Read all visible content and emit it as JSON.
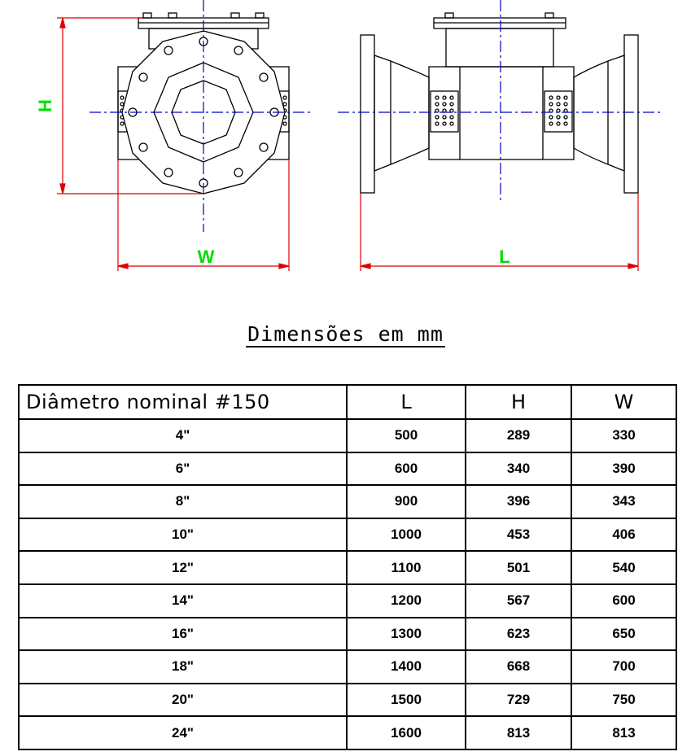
{
  "drawing": {
    "front_view": {
      "height_label": "H",
      "width_label": "W"
    },
    "side_view": {
      "length_label": "L"
    },
    "colors": {
      "centerline": "#0000cc",
      "dimension": "#dd0000",
      "dimension_text": "#00dd00",
      "outline": "#000000"
    }
  },
  "subtitle": "Dimensões em mm",
  "table": {
    "headers": [
      "Diâmetro nominal #150",
      "L",
      "H",
      "W"
    ],
    "rows": [
      [
        "4\"",
        "500",
        "289",
        "330"
      ],
      [
        "6\"",
        "600",
        "340",
        "390"
      ],
      [
        "8\"",
        "900",
        "396",
        "343"
      ],
      [
        "10\"",
        "1000",
        "453",
        "406"
      ],
      [
        "12\"",
        "1100",
        "501",
        "540"
      ],
      [
        "14\"",
        "1200",
        "567",
        "600"
      ],
      [
        "16\"",
        "1300",
        "623",
        "650"
      ],
      [
        "18\"",
        "1400",
        "668",
        "700"
      ],
      [
        "20\"",
        "1500",
        "729",
        "750"
      ],
      [
        "24\"",
        "1600",
        "813",
        "813"
      ]
    ]
  }
}
